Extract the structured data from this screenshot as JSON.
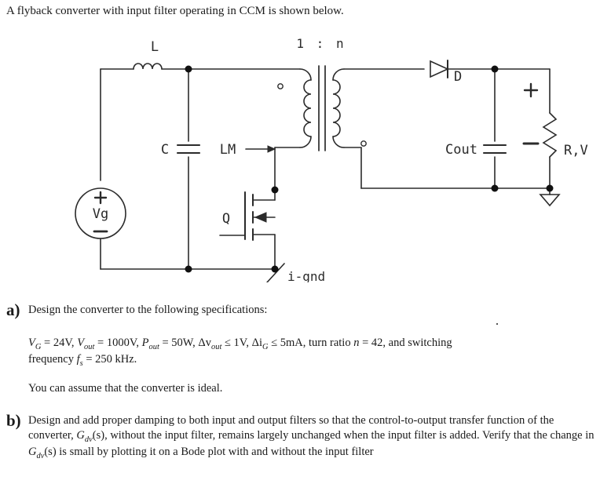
{
  "intro": {
    "text": "A flyback converter with input filter operating in CCM is shown below."
  },
  "circuit": {
    "labels": {
      "inductor_L": "L",
      "capacitor_C": "C",
      "magnetizing_LM": "LM",
      "turns_ratio": "1 : n",
      "diode_D": "D",
      "cap_out": "Cout",
      "load": "R,V",
      "source": "Vg",
      "source_plus": "+",
      "source_minus": "−",
      "out_plus": "+",
      "out_minus": "−",
      "mosfet_Q": "Q",
      "input_ground": "i-gnd"
    },
    "icons": {
      "inductor": "inductor-coil-icon",
      "capacitor": "capacitor-icon",
      "transformer": "transformer-icon",
      "diode": "diode-icon",
      "resistor": "resistor-zigzag-icon",
      "mosfet": "n-mosfet-icon",
      "voltage_source": "voltage-source-icon",
      "ground": "ground-triangle-icon",
      "polarity_dot": "transformer-polarity-dot-icon",
      "arrow": "right-arrow-icon"
    }
  },
  "question_a": {
    "label": "a)",
    "prompt": "Design the converter to the following specifications:",
    "spec": {
      "vg_sym": "V",
      "vg_sub": "G",
      "vg_val": "= 24V,",
      "vout_sym": "V",
      "vout_sub": "out",
      "vout_val": "= 1000V,",
      "pout_sym": "P",
      "pout_sub": "out",
      "pout_val": "= 50W,",
      "dvout_sym": "Δv",
      "dvout_sub": "out",
      "dvout_val": "≤ 1V,",
      "dig_sym": "Δi",
      "dig_sub": "G",
      "dig_val": "≤ 5mA,",
      "turn_ratio_text": "turn ratio",
      "n_sym": "n",
      "n_val": "= 42, and switching",
      "freq_text": "frequency",
      "fs_sym": "f",
      "fs_sub": "s",
      "fs_val": "= 250 kHz."
    },
    "assumption": "You can assume that the converter is ideal."
  },
  "question_b": {
    "label": "b)",
    "line1_a": "Design and add proper damping to both input and output filters so that the control-to-output transfer",
    "line2_a": "function of the converter,",
    "gdv_sym": "G",
    "gdv_sub": "dv",
    "gdv_tail": "(s),",
    "line2_b": "without the input filter, remains largely unchanged when the input",
    "line3_a": "filter is added. Verify that the change in",
    "gdv_sym2": "G",
    "gdv_sub2": "dv",
    "gdv_tail2": "(s)",
    "line3_b": "is small by plotting it on a Bode plot with and",
    "line4": "without the input filter"
  }
}
